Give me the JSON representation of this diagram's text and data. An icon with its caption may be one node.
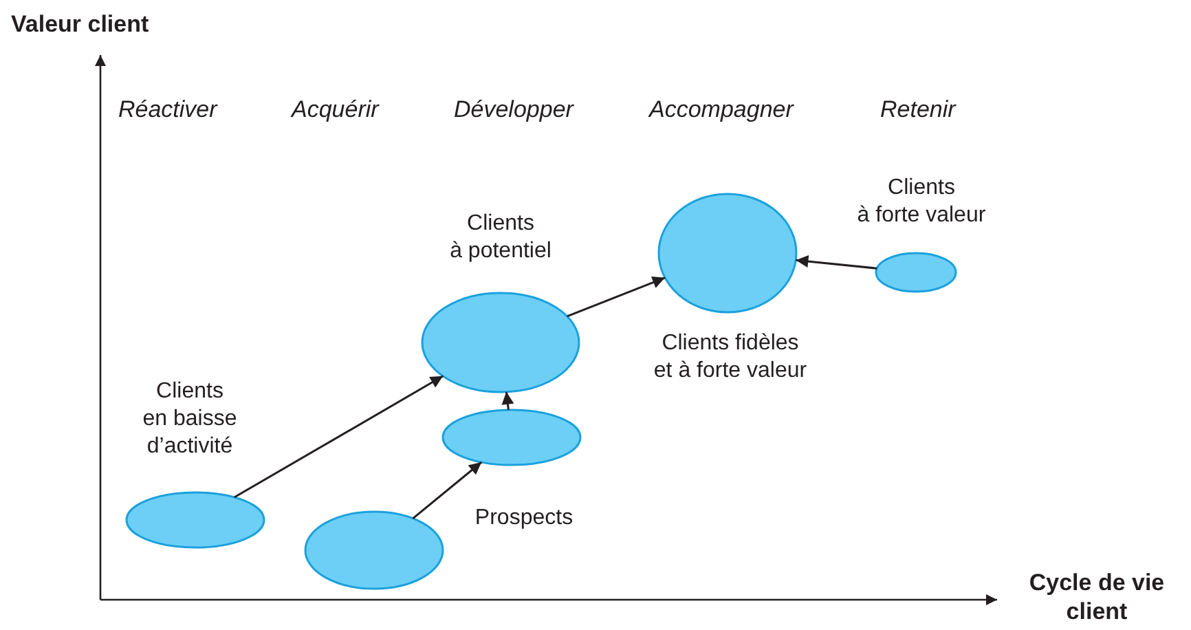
{
  "diagram": {
    "nodes": [
      {
        "text": [
          "Clients en baisse d’activité"
        ]
      },
      {
        "text": [
          "Prospects"
        ]
      },
      {
        "text": [],
        "shape": "ellipse"
      },
      {
        "text": [
          "Clients à potentiel"
        ]
      },
      {
        "text": [
          "Clients fidèles et à forte valeur"
        ]
      },
      {
        "text": [
          "Clients à forte valeur"
        ]
      }
    ],
    "edges": [
      {
        "from": 0,
        "to": 3,
        "arrow": "to"
      },
      {
        "from": 1,
        "to": 2,
        "arrow": "to"
      },
      {
        "from": 2,
        "to": 3,
        "arrow": "to"
      },
      {
        "from": 3,
        "to": 4,
        "arrow": "to"
      },
      {
        "from": 5,
        "to": 4,
        "arrow": "to"
      }
    ],
    "labels": [
      "Valeur client",
      "Réactiver",
      "Acquérir",
      "Développer",
      "Accompagner",
      "Retenir",
      "Cycle de vie client"
    ]
  }
}
